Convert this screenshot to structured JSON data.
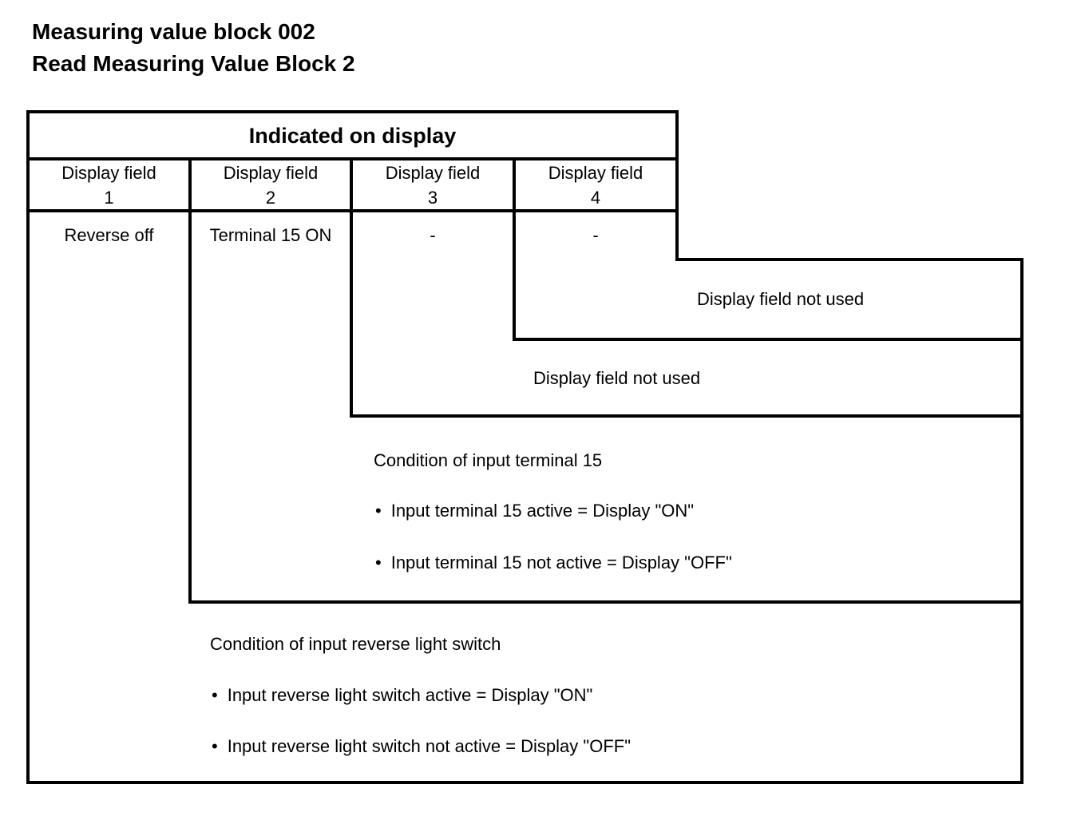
{
  "page": {
    "background": "#ffffff",
    "line_color": "#000000",
    "text_color": "#000000"
  },
  "title": {
    "line1": "Measuring value block 002",
    "line2": "Read Measuring Value Block 2"
  },
  "table": {
    "header": "Indicated on display",
    "columns": [
      {
        "label": "Display field",
        "number": "1",
        "value": "Reverse off"
      },
      {
        "label": "Display field",
        "number": "2",
        "value": "Terminal 15 ON"
      },
      {
        "label": "Display field",
        "number": "3",
        "value": "-"
      },
      {
        "label": "Display field",
        "number": "4",
        "value": "-"
      }
    ]
  },
  "annotations": {
    "field4": {
      "text": "Display field not used"
    },
    "field3": {
      "text": "Display field not used"
    },
    "field2": {
      "heading": "Condition of input terminal 15",
      "bullets": [
        "Input terminal 15 active = Display \"ON\"",
        "Input terminal 15 not active = Display \"OFF\""
      ]
    },
    "field1": {
      "heading": "Condition of input reverse light switch",
      "bullets": [
        "Input reverse light switch active = Display \"ON\"",
        "Input reverse light switch not active = Display \"OFF\""
      ]
    }
  },
  "icons": {
    "bullet": "•"
  }
}
